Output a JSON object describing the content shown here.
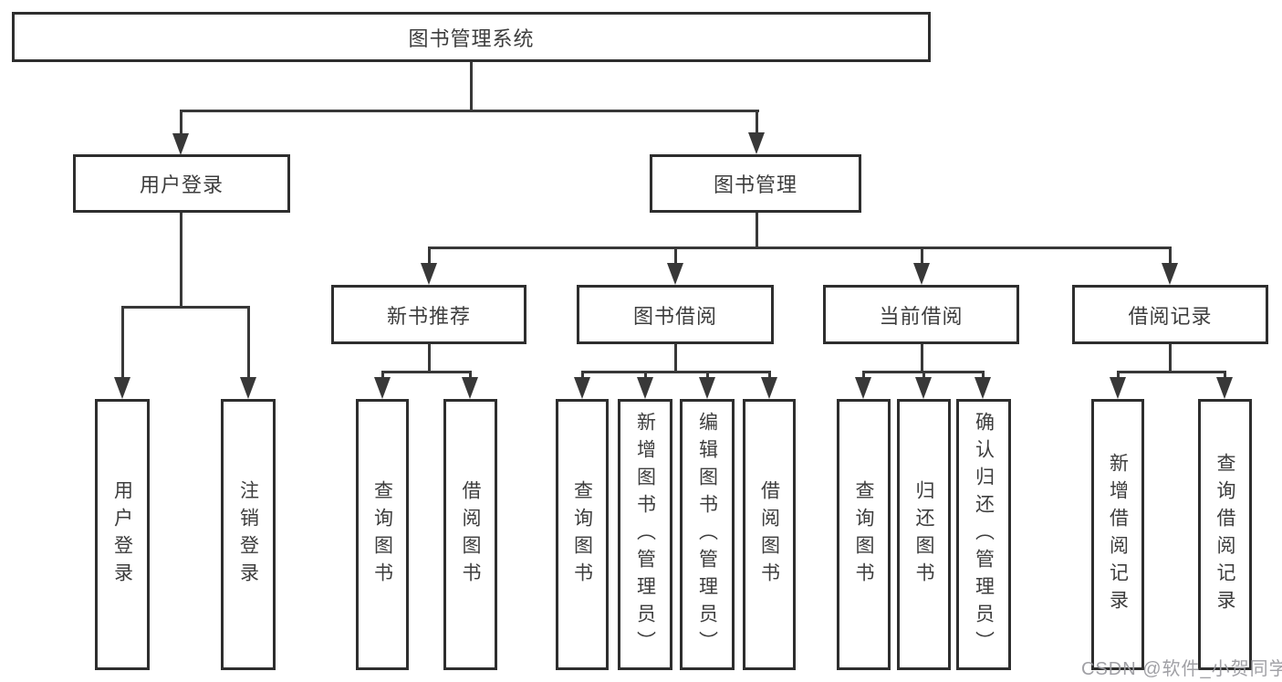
{
  "diagram": {
    "title": "图书管理系统",
    "colors": {
      "line": "#383838",
      "border": "#2e2e2e",
      "text": "#3d3d3d",
      "box_background": "#ffffff",
      "watermark": "#9b9ba0"
    },
    "tree": {
      "root": {
        "label": "图书管理系统"
      },
      "level2": [
        {
          "label": "用户登录",
          "children": [
            {
              "label": "用户登录"
            },
            {
              "label": "注销登录"
            }
          ]
        },
        {
          "label": "图书管理",
          "children": [
            {
              "label": "新书推荐",
              "children": [
                {
                  "label": "查询图书"
                },
                {
                  "label": "借阅图书"
                }
              ]
            },
            {
              "label": "图书借阅",
              "children": [
                {
                  "label": "查询图书"
                },
                {
                  "label": "新增图书（管理员）"
                },
                {
                  "label": "编辑图书（管理员）"
                },
                {
                  "label": "借阅图书"
                }
              ]
            },
            {
              "label": "当前借阅",
              "children": [
                {
                  "label": "查询图书"
                },
                {
                  "label": "归还图书"
                },
                {
                  "label": "确认归还（管理员）"
                }
              ]
            },
            {
              "label": "借阅记录",
              "children": [
                {
                  "label": "新增借阅记录"
                },
                {
                  "label": "查询借阅记录"
                }
              ]
            }
          ]
        }
      ]
    },
    "watermark": "CSDN @软件_小贺同学"
  }
}
